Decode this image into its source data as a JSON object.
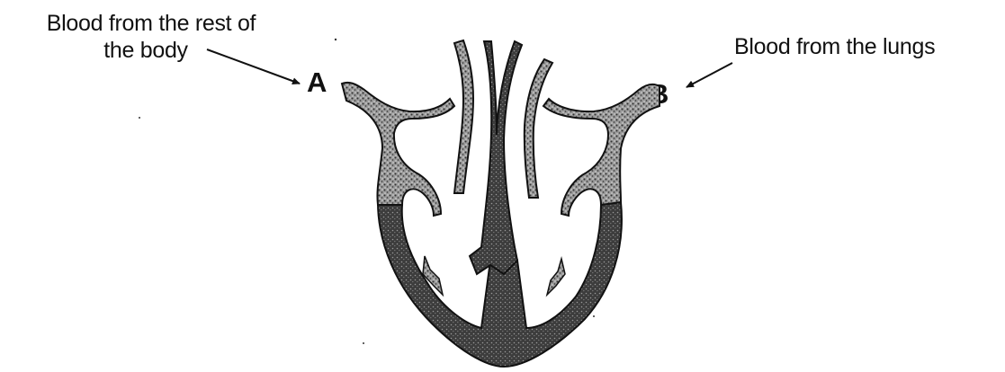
{
  "labels": {
    "rest_of_body_line1": "Blood from the rest of",
    "rest_of_body_line2": "the body",
    "lungs": "Blood from the lungs",
    "letter_a": "A",
    "letter_b": "B"
  },
  "colors": {
    "ink": "#111111",
    "stipple": "#8a8a8a",
    "wall_dark": "#3a3a3a",
    "background": "#ffffff"
  },
  "icons": {
    "arrow_a": "arrow-right-icon",
    "arrow_b": "arrow-left-icon"
  }
}
